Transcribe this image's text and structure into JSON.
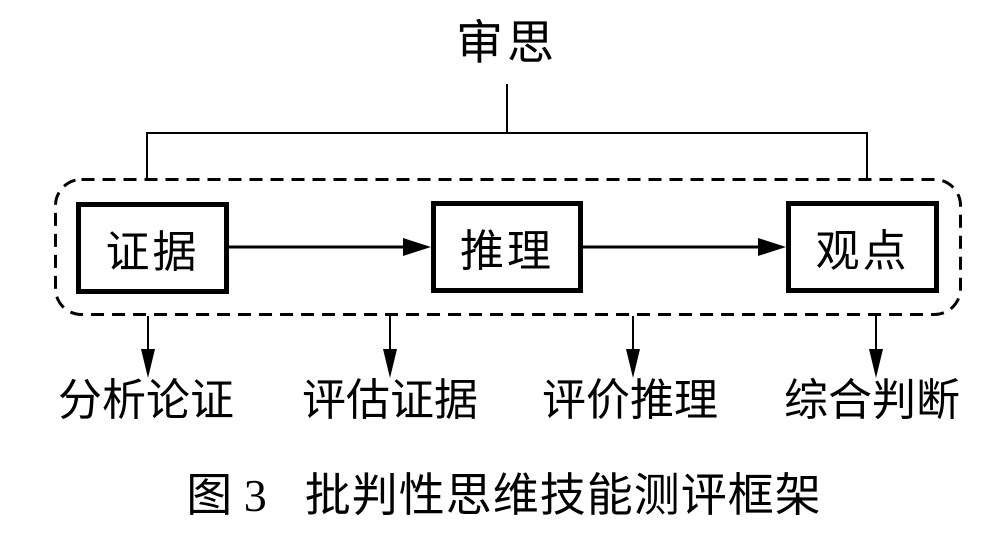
{
  "colors": {
    "ink": "#000000",
    "background": "#ffffff"
  },
  "diagram": {
    "root_label": "审思",
    "nodes": [
      {
        "label": "证据"
      },
      {
        "label": "推理"
      },
      {
        "label": "观点"
      }
    ],
    "flow_arrows": [
      {
        "from": "证据",
        "to": "推理"
      },
      {
        "from": "推理",
        "to": "观点"
      }
    ],
    "outputs": [
      {
        "label": "分析论证"
      },
      {
        "label": "评估证据"
      },
      {
        "label": "评价推理"
      },
      {
        "label": "综合判断"
      }
    ],
    "caption": {
      "figure_label": "图 3",
      "title": "批判性思维技能测评框架"
    }
  }
}
